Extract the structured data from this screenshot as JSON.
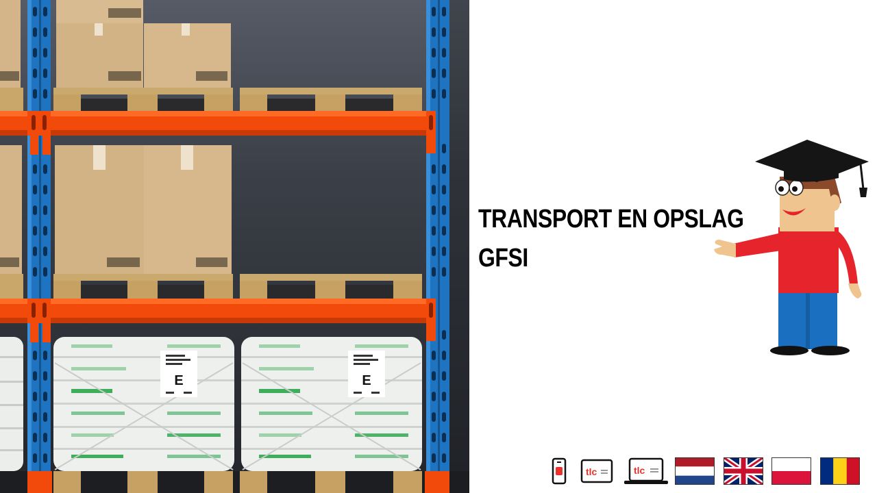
{
  "slide": {
    "title_lines": [
      "TRANSPORT EN OPSLAG",
      "GFSI"
    ]
  },
  "warehouse": {
    "sack_label": "E"
  },
  "language_bar": {
    "device_brand": "tlc",
    "options": [
      {
        "name": "mobile-version",
        "icon": "phone-icon"
      },
      {
        "name": "tablet-version",
        "icon": "tablet-icon"
      },
      {
        "name": "desktop-version",
        "icon": "laptop-icon"
      },
      {
        "name": "dutch",
        "icon": "flag-netherlands-icon"
      },
      {
        "name": "english",
        "icon": "flag-united-kingdom-icon"
      },
      {
        "name": "polish",
        "icon": "flag-poland-icon"
      },
      {
        "name": "romanian",
        "icon": "flag-romania-icon"
      }
    ]
  },
  "colors": {
    "rack_upright": "#1f74c2",
    "rack_beam": "#f24a0a",
    "box": "#d2b48a",
    "pallet": "#c9a86b",
    "brand_red": "#e8322b"
  }
}
